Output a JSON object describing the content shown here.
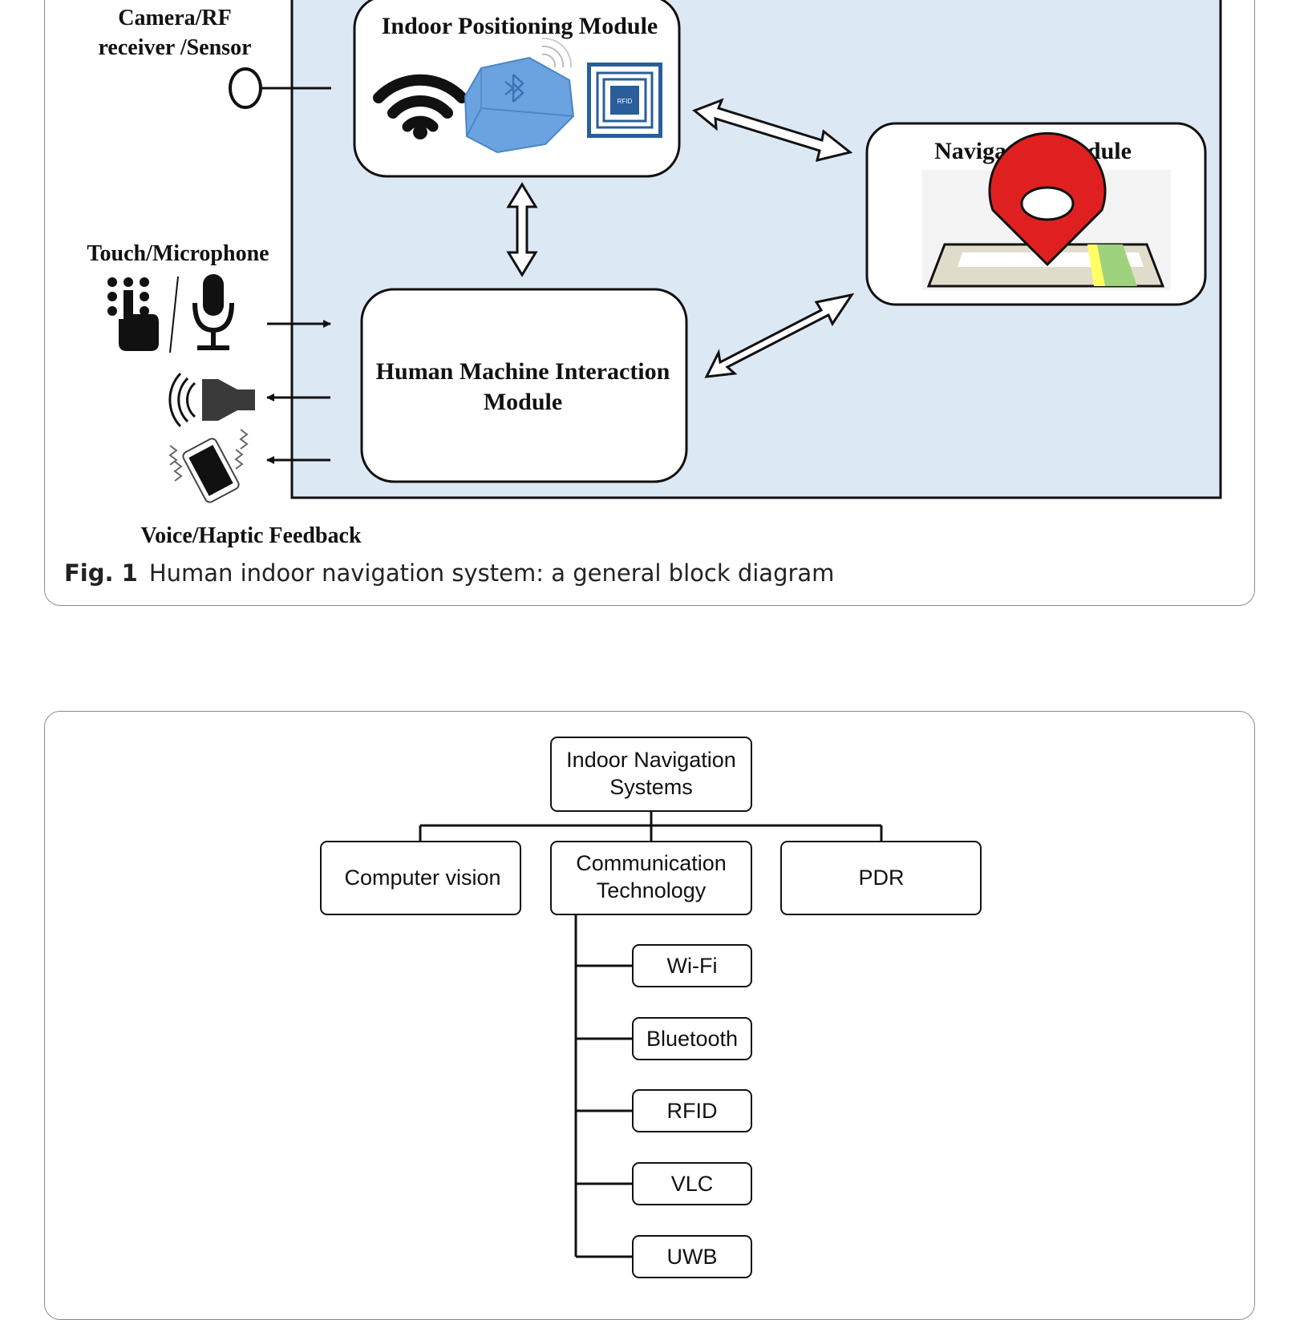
{
  "figure1": {
    "inputs": {
      "camera_label_line1": "Camera/RF",
      "camera_label_line2": "receiver /Sensor",
      "touch_label": "Touch/Microphone",
      "feedback_label": "Voice/Haptic Feedback"
    },
    "modules": {
      "positioning": "Indoor Positioning Module",
      "navigation": "Navigation Module",
      "hmi_line1": "Human Machine Interaction",
      "hmi_line2": "Module"
    },
    "rfid_tag_text": "RFID",
    "caption_label": "Fig. 1",
    "caption_text": "Human indoor navigation system: a general block diagram",
    "icons": [
      "sensor-circle-icon",
      "wifi-icon",
      "bluetooth-beacon-icon",
      "rfid-tag-icon",
      "map-pin-icon",
      "keypad-touch-icon",
      "microphone-icon",
      "speaker-icon",
      "vibrating-phone-icon"
    ],
    "colors": {
      "panel_bg": "#dde8f5",
      "pin_red": "#e02020",
      "beacon_blue": "#6aa3e0"
    }
  },
  "figure2": {
    "root": {
      "line1": "Indoor Navigation",
      "line2": "Systems"
    },
    "categories": [
      {
        "label": "Computer vision"
      },
      {
        "line1": "Communication",
        "line2": "Technology"
      },
      {
        "label": "PDR"
      }
    ],
    "technologies": [
      "Wi-Fi",
      "Bluetooth",
      "RFID",
      "VLC",
      "UWB"
    ]
  }
}
